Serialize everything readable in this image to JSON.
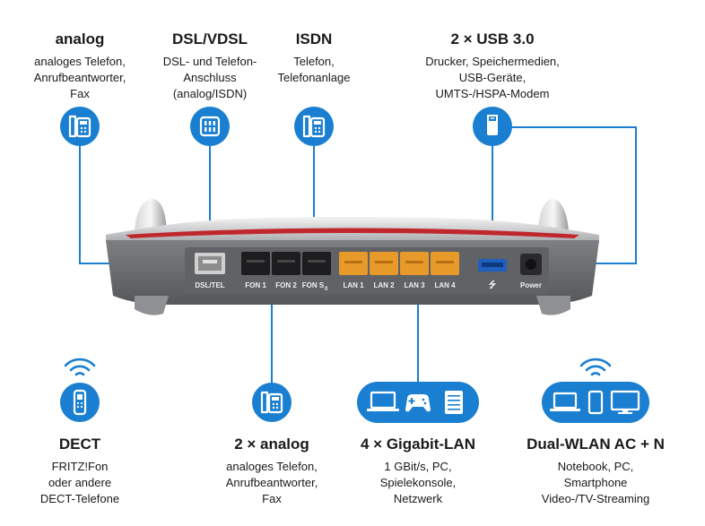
{
  "top_features": [
    {
      "id": "analog",
      "title": "analog",
      "desc": "analoges Telefon,\nAnrufbeantworter,\nFax",
      "icon": "phone-icon"
    },
    {
      "id": "dsl",
      "title": "DSL/VDSL",
      "desc": "DSL- und Telefon-\nAnschluss\n(analog/ISDN)",
      "icon": "dsl-connector-icon"
    },
    {
      "id": "isdn",
      "title": "ISDN",
      "desc": "Telefon,\nTelefonanlage",
      "icon": "phone-icon"
    },
    {
      "id": "usb",
      "title": "2 × USB 3.0",
      "desc": "Drucker, Speichermedien,\nUSB-Geräte,\nUMTS-/HSPA-Modem",
      "icon": "usb-icon"
    }
  ],
  "bottom_features": [
    {
      "id": "dect",
      "title": "DECT",
      "desc": "FRITZ!Fon\noder andere\nDECT-Telefone",
      "icon": "dect-handset-icon"
    },
    {
      "id": "analog2",
      "title": "2 × analog",
      "desc": "analoges Telefon,\nAnrufbeantworter,\nFax",
      "icon": "phone-icon"
    },
    {
      "id": "lan",
      "title": "4 × Gigabit-LAN",
      "desc": "1 GBit/s, PC,\nSpielekonsole,\nNetzwerk",
      "icon": "laptop-gamepad-server-icon"
    },
    {
      "id": "wlan",
      "title": "Dual-WLAN AC + N",
      "desc": "Notebook, PC,\nSmartphone\nVideo-/TV-Streaming",
      "icon": "laptop-phone-monitor-icon"
    }
  ],
  "ports": {
    "dsl": "DSL/TEL",
    "fon1": "FON 1",
    "fon2": "FON 2",
    "fons0": "FON S",
    "fons0_sub": "0",
    "lan1": "LAN 1",
    "lan2": "LAN 2",
    "lan3": "LAN 3",
    "lan4": "LAN 4",
    "usb": "⭍",
    "power": "Power"
  },
  "colors": {
    "accent_blue": "#1a7fd0",
    "router_gray": "#6b6d70",
    "lan_orange": "#e79a2a",
    "router_red": "#c0272d"
  }
}
